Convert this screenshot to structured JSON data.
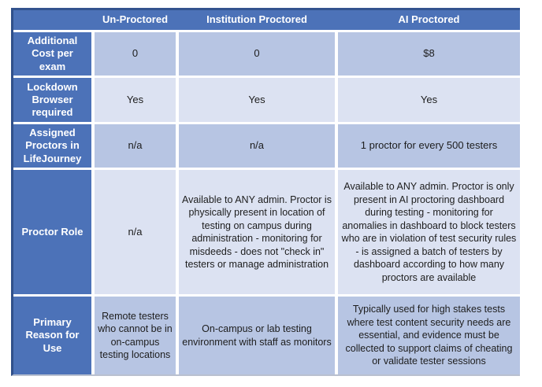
{
  "table": {
    "corner_label": "",
    "columns": [
      {
        "label": "Un-Proctored"
      },
      {
        "label": "Institution Proctored"
      },
      {
        "label": "AI Proctored"
      }
    ],
    "rows": [
      {
        "header": "Additional Cost per exam",
        "cells": [
          "0",
          "0",
          "$8"
        ]
      },
      {
        "header": "Lockdown Browser required",
        "cells": [
          "Yes",
          "Yes",
          "Yes"
        ]
      },
      {
        "header": "Assigned Proctors in LifeJourney",
        "cells": [
          "n/a",
          "n/a",
          "1 proctor for every 500 testers"
        ]
      },
      {
        "header": "Proctor Role",
        "cells": [
          "n/a",
          "Available to ANY admin. Proctor is physically present in location of testing on campus during administration - monitoring for misdeeds - does not \"check in\" testers or manage administration",
          "Available to ANY admin. Proctor is only present in AI proctoring dashboard during testing - monitoring for anomalies in dashboard to block testers who are in violation of test security rules - is assigned a batch of testers by dashboard according to how many proctors are available"
        ]
      },
      {
        "header": "Primary Reason for Use",
        "cells": [
          "Remote testers who cannot be in on-campus testing locations",
          "On-campus or lab testing environment with staff as monitors",
          "Typically used for high stakes tests where test content security needs are essential, and evidence must be collected to support claims of cheating or validate tester sessions"
        ]
      }
    ],
    "colors": {
      "header_bg": "#4C72B8",
      "row_band_dark": "#B7C5E3",
      "row_band_light": "#DCE2F2",
      "outer_border": "#30508A",
      "text_dark": "#1D1D1D",
      "text_light": "#FFFFFF"
    }
  }
}
